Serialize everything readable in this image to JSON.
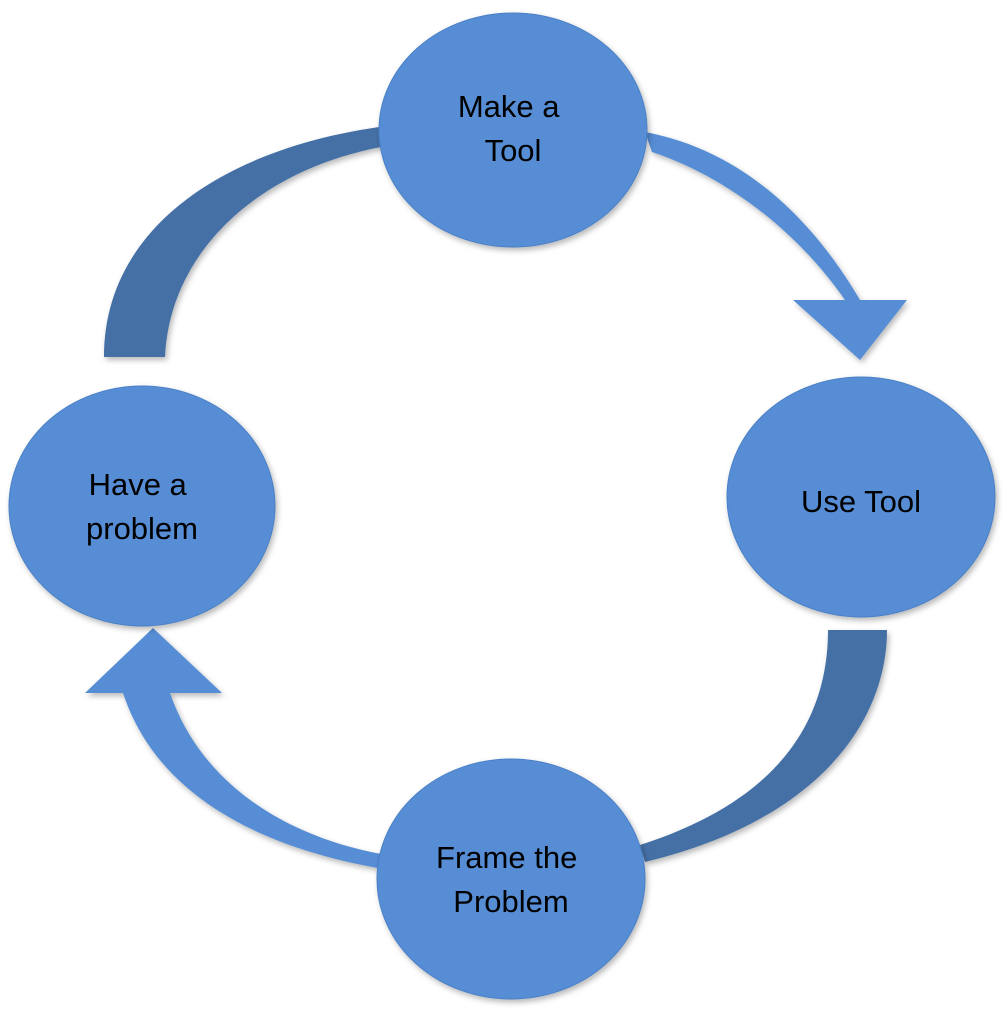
{
  "diagram": {
    "type": "cycle",
    "colors": {
      "node_fill": "#568dd5",
      "node_stroke": "#4a80c6",
      "arrow_light": "#568dd5",
      "arrow_dark": "#4470a6",
      "text": "#000000",
      "background": "#ffffff"
    },
    "nodes": [
      {
        "id": "make-tool",
        "lines": [
          "Make a",
          "Tool"
        ]
      },
      {
        "id": "use-tool",
        "lines": [
          "Use Tool"
        ]
      },
      {
        "id": "frame-problem",
        "lines": [
          "Frame the",
          "Problem"
        ]
      },
      {
        "id": "have-problem",
        "lines": [
          "Have a",
          "problem"
        ]
      }
    ],
    "edges": [
      {
        "from": "make-tool",
        "to": "use-tool",
        "style": "arrow"
      },
      {
        "from": "use-tool",
        "to": "frame-problem",
        "style": "plain"
      },
      {
        "from": "frame-problem",
        "to": "have-problem",
        "style": "arrow"
      },
      {
        "from": "have-problem",
        "to": "make-tool",
        "style": "plain"
      }
    ]
  }
}
